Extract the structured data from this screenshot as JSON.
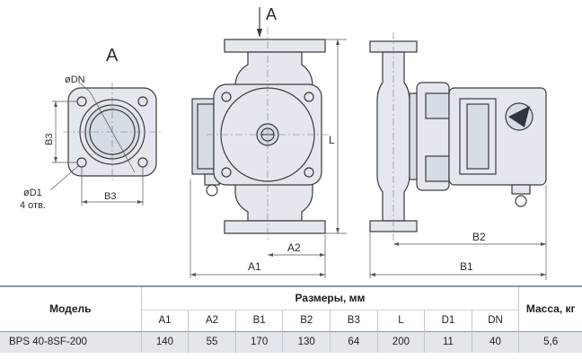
{
  "drawing": {
    "view_label_front": "A",
    "view_label_arrow": "A",
    "dn_label": "øDN",
    "b3_vertical": "B3",
    "b3_horizontal": "B3",
    "d1_label": "øD1",
    "holes_label": "4 отв.",
    "l_label": "L",
    "a1_label": "A1",
    "a2_label": "A2",
    "b1_label": "B1",
    "b2_label": "B2"
  },
  "table": {
    "model_header": "Модель",
    "dims_header": "Размеры, мм",
    "mass_header": "Масса, кг",
    "columns": [
      "A1",
      "A2",
      "B1",
      "B2",
      "B3",
      "L",
      "D1",
      "DN"
    ],
    "row": {
      "model": "BPS 40-8SF-200",
      "values": [
        "140",
        "55",
        "170",
        "130",
        "64",
        "200",
        "11",
        "40"
      ],
      "mass": "5,6"
    }
  },
  "colors": {
    "line": "#3a3a3a",
    "fill": "#e4e8ee",
    "row_fill": "#e3e7ec",
    "accent": "#8b97a6"
  }
}
